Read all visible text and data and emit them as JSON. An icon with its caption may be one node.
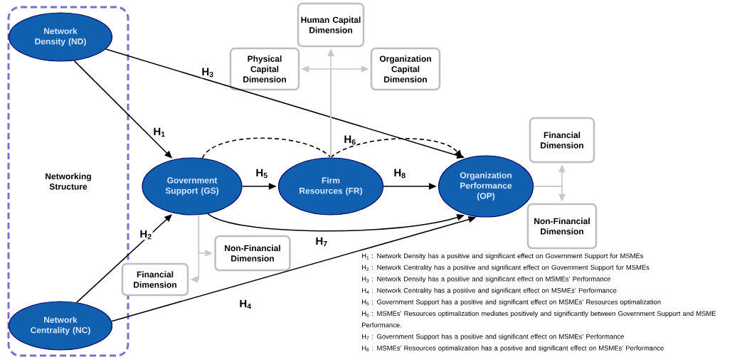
{
  "diagram": {
    "nodes": [
      {
        "text": [
          "Networking Structure"
        ]
      },
      {
        "text": [
          "Network Density (ND)"
        ],
        "in": 0
      },
      {
        "text": [
          "Human Capital Dimension"
        ]
      },
      {
        "text": [
          "Physical Capital Dimension"
        ]
      },
      {
        "text": [
          "Organization Capital Dimension"
        ]
      },
      {
        "text": [
          "Government Support (GS)"
        ]
      },
      {
        "text": [
          "Firm Resources (FR)"
        ]
      },
      {
        "text": [
          "Organization Performance (OP)"
        ]
      },
      {
        "text": [
          "Financial Dimension"
        ]
      },
      {
        "text": [
          "Non-Financial Dimension"
        ]
      },
      {
        "text": [
          "Non-Financial Dimension"
        ]
      },
      {
        "text": [
          "Financial Dimension"
        ]
      },
      {
        "text": [
          "Network Centrality (NC)"
        ],
        "in": 0
      }
    ],
    "edges": [
      {
        "from": 1,
        "to": 5,
        "arrow": "to",
        "label": "H$_{1}$"
      },
      {
        "from": 12,
        "to": 5,
        "arrow": "to",
        "label": "H$_{2}$"
      },
      {
        "from": 1,
        "to": 7,
        "arrow": "to",
        "label": "H$_{3}$"
      },
      {
        "from": 12,
        "to": 7,
        "arrow": "to",
        "label": "H$_{4}$"
      },
      {
        "from": 5,
        "to": 6,
        "arrow": "to",
        "label": "H$_{5}$"
      },
      {
        "from": 5,
        "to": 6,
        "arrow": "none",
        "style": "dashed"
      },
      {
        "from": 6,
        "to": 7,
        "arrow": "to",
        "style": "dashed",
        "label": "H$_{6}$"
      },
      {
        "from": 5,
        "to": 7,
        "arrow": "to",
        "label": "H$_{7}$"
      },
      {
        "from": 6,
        "to": 7,
        "arrow": "to",
        "label": "H$_{8}$"
      },
      {
        "from": 6,
        "to": 2,
        "arrow": "to",
        "color": "#c8c8c8"
      },
      {
        "from": 6,
        "to": 3,
        "arrow": "to",
        "color": "#c8c8c8"
      },
      {
        "from": 6,
        "to": 4,
        "arrow": "to",
        "color": "#c8c8c8"
      },
      {
        "from": 7,
        "to": 8,
        "arrow": "to",
        "color": "#c8c8c8"
      },
      {
        "from": 7,
        "to": 9,
        "arrow": "to",
        "color": "#c8c8c8"
      },
      {
        "from": 5,
        "to": 10,
        "arrow": "to",
        "color": "#c8c8c8"
      },
      {
        "from": 5,
        "to": 11,
        "arrow": "to",
        "color": "#c8c8c8"
      }
    ],
    "labels": [
      "H$_{1}$ : Network Density has a positive and significant effect on Government Support for MSMEs",
      "H$_{2}$ : Network Centrality has a positive and significant effect on Government Support for MSMEs",
      "H$_{3}$ : Network Density has a positive and significant effect on MSMEs’ Performance",
      "H$_{4}$ : Network Centrality has a positive and significant effect on MSMEs’ Performance",
      "H$_{5}$ : Government Support has a positive and significant effect on MSMEs’ Resources optimalization",
      "H$_{6}$ : MSMEs’ Resources optimalization mediates positively and significantly between Government Support and MSME Performance.",
      "H$_{7}$ : Government Support has a positive and significant effect on MSMEs’ Performance",
      "H$_{8}$ : MSMEs’ Resources optimalization has a positive and significant effect on MSMEs’ Performance"
    ]
  }
}
